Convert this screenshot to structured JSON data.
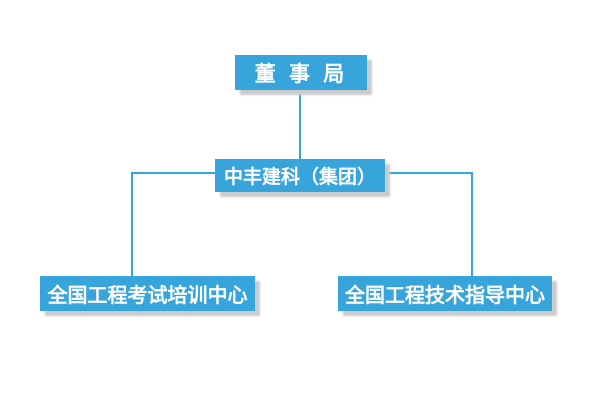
{
  "org_chart": {
    "type": "org-chart",
    "nodes": {
      "board": {
        "label": "董 事 局",
        "level": 1
      },
      "group": {
        "label": "中丰建科（集团）",
        "level": 2
      },
      "exam_training_center": {
        "label": "全国工程考试培训中心",
        "level": 3
      },
      "tech_guidance_center": {
        "label": "全国工程技术指导中心",
        "level": 3
      }
    },
    "edges": [
      {
        "from": "board",
        "to": "group"
      },
      {
        "from": "group",
        "to": "exam_training_center"
      },
      {
        "from": "group",
        "to": "tech_guidance_center"
      }
    ],
    "colors": {
      "node_fill": "#37A5DC",
      "node_text": "#FFFFFF",
      "connector": "#37A5DC",
      "shadow": "#CBCBCB",
      "background": "#FFFFFF"
    }
  }
}
